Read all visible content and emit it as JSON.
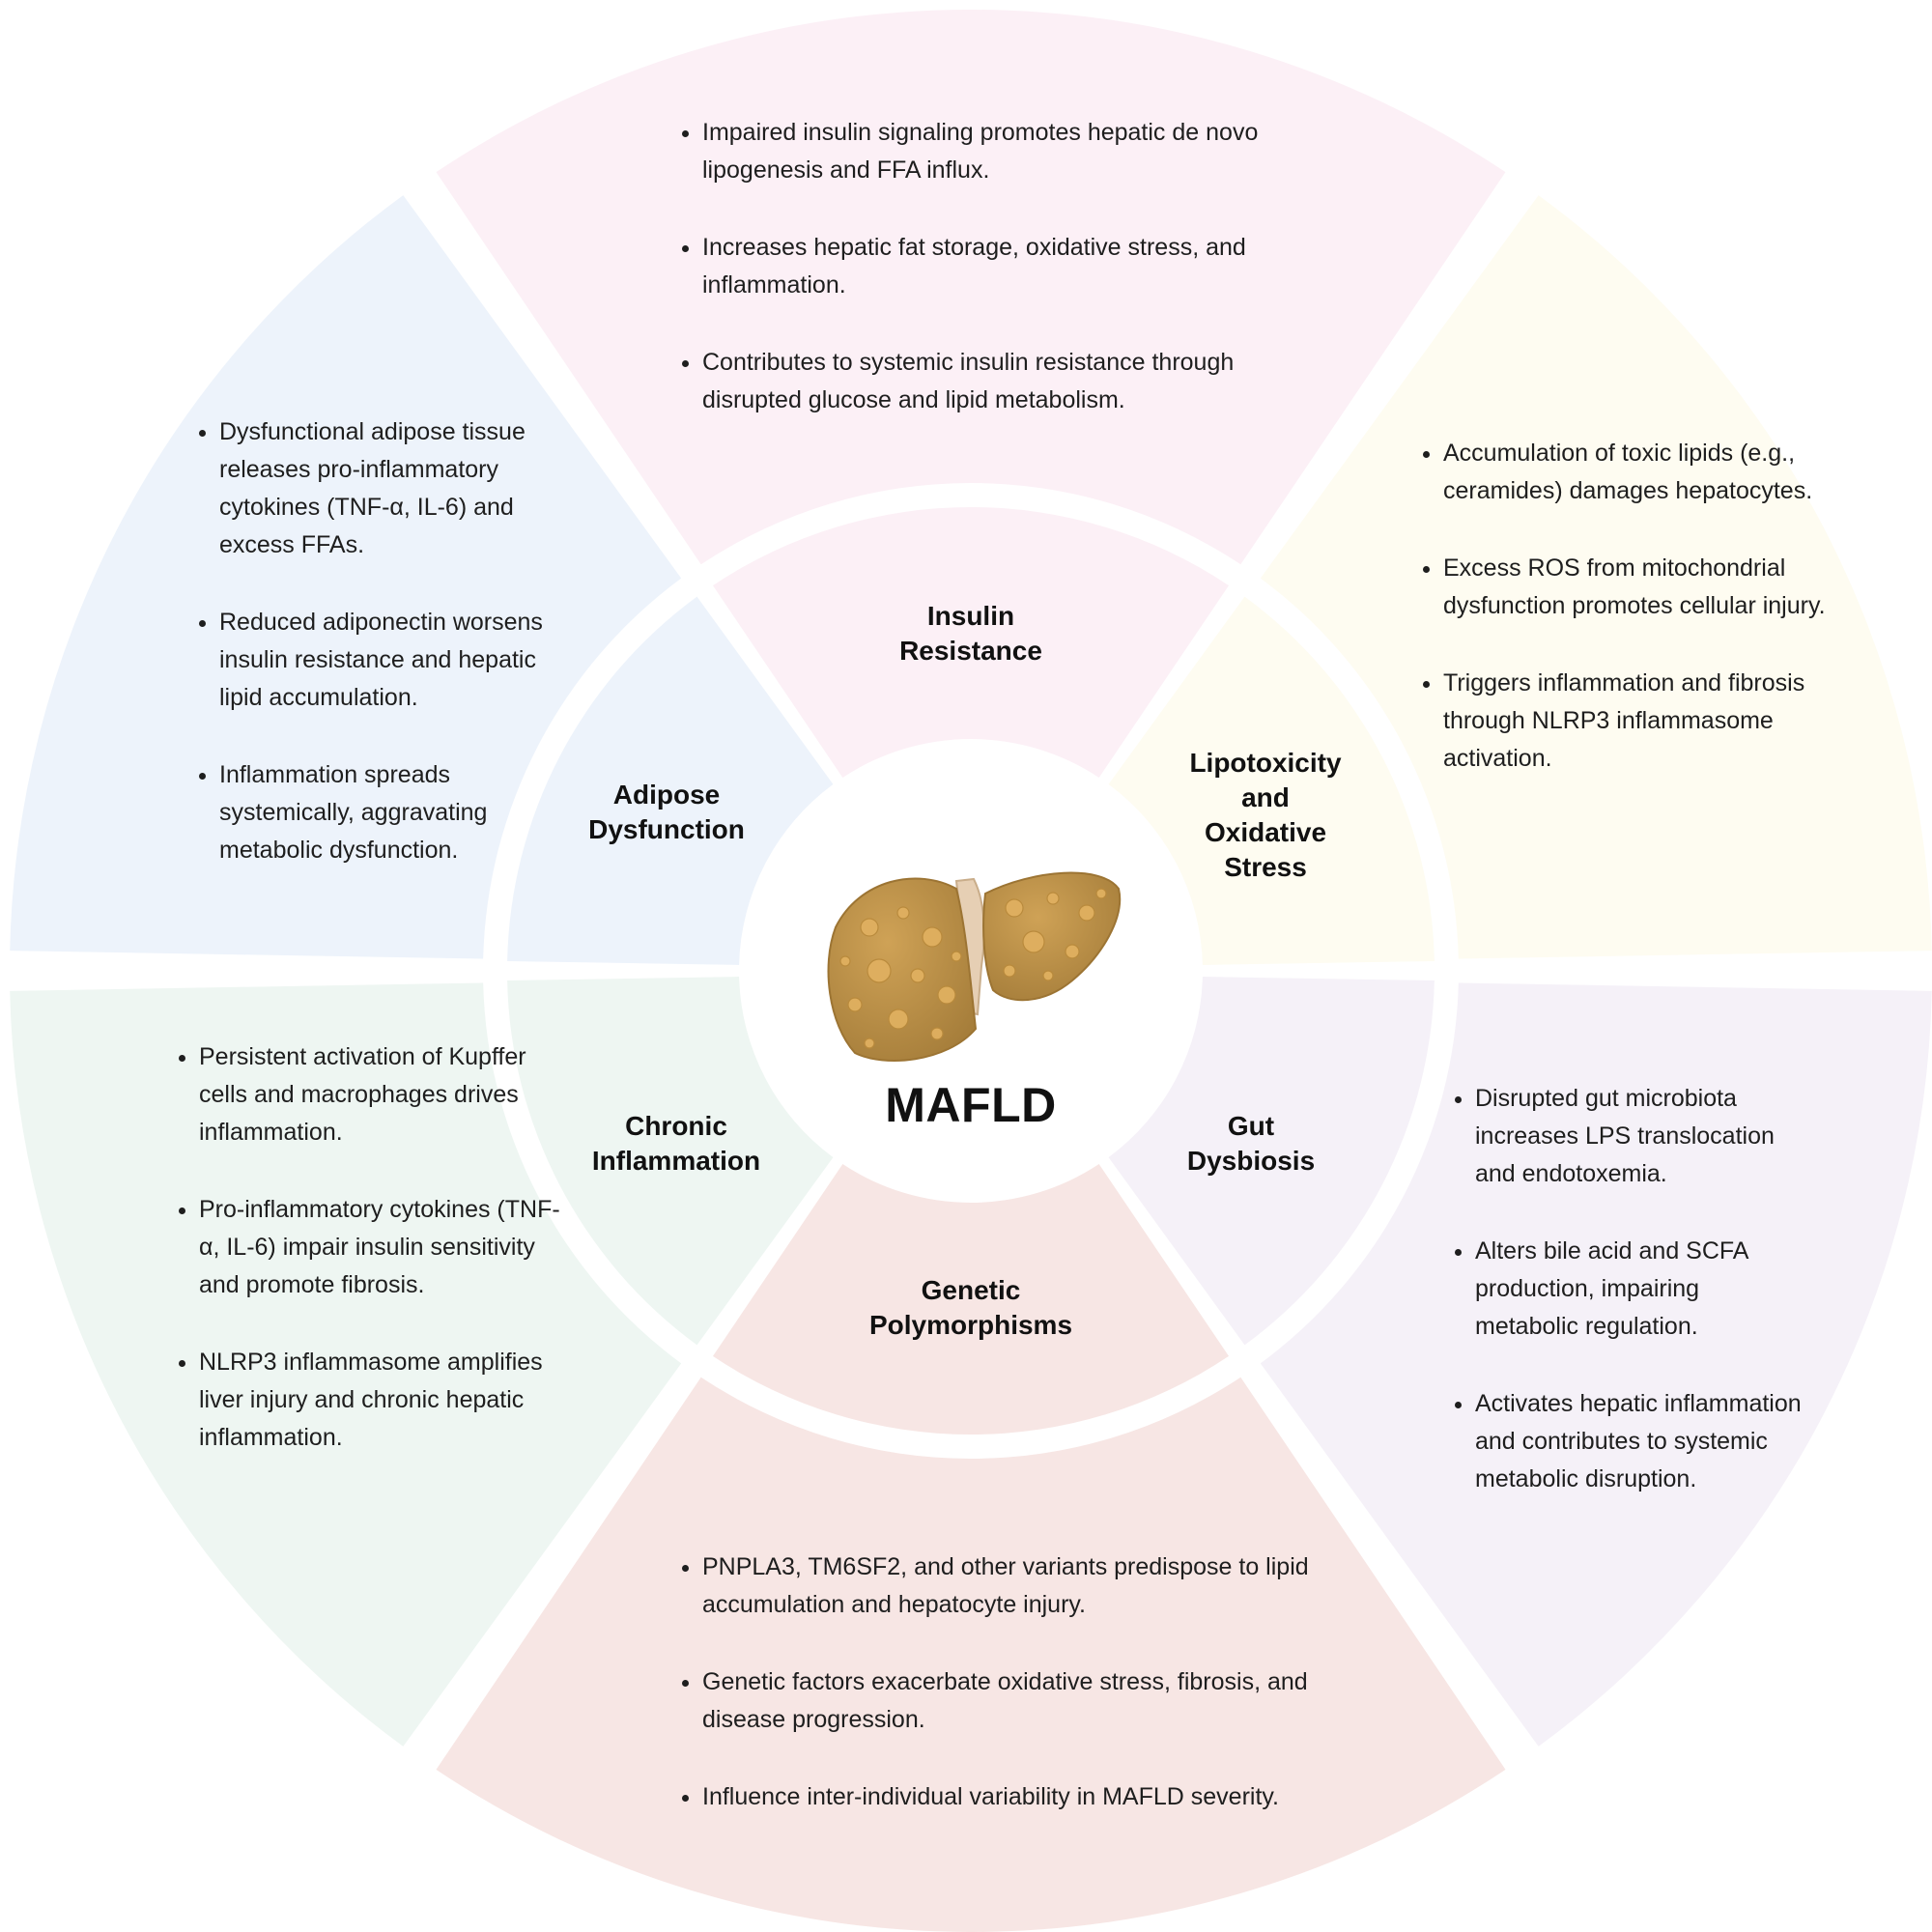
{
  "center": {
    "title": "MAFLD",
    "image": "liver-illustration"
  },
  "segments": {
    "insulin": {
      "label_line1": "Insulin",
      "label_line2": "Resistance",
      "color": "#fcf0f6",
      "bullets": [
        "Impaired insulin signaling promotes hepatic de novo lipogenesis and FFA influx.",
        "Increases hepatic fat storage, oxidative stress, and inflammation.",
        "Contributes to systemic insulin resistance through disrupted glucose and lipid metabolism."
      ]
    },
    "lipotoxicity": {
      "label_line1": "Lipotoxicity",
      "label_line2": "and",
      "label_line3": "Oxidative",
      "label_line4": "Stress",
      "color": "#fefcf1",
      "bullets": [
        "Accumulation of toxic lipids (e.g., ceramides) damages hepatocytes.",
        "Excess ROS from mitochondrial dysfunction promotes cellular injury.",
        "Triggers inflammation and fibrosis through NLRP3 inflammasome activation."
      ]
    },
    "gut": {
      "label_line1": "Gut",
      "label_line2": "Dysbiosis",
      "color": "#f5f1f8",
      "bullets": [
        "Disrupted gut microbiota increases LPS translocation and endotoxemia.",
        "Alters bile acid and SCFA production, impairing metabolic regulation.",
        "Activates hepatic inflammation and contributes to systemic metabolic disruption."
      ]
    },
    "genetic": {
      "label_line1": "Genetic",
      "label_line2": "Polymorphisms",
      "color": "#f7e6e4",
      "bullets": [
        "PNPLA3, TM6SF2, and other variants predispose to lipid accumulation and hepatocyte injury.",
        "Genetic factors exacerbate oxidative stress, fibrosis, and disease progression.",
        "Influence inter-individual variability in MAFLD severity."
      ]
    },
    "chronic": {
      "label_line1": "Chronic",
      "label_line2": "Inflammation",
      "color": "#eef6f2",
      "bullets": [
        "Persistent activation of Kupffer cells and macrophages drives inflammation.",
        "Pro-inflammatory cytokines (TNF-α, IL-6) impair insulin sensitivity and promote fibrosis.",
        "NLRP3 inflammasome amplifies liver injury and chronic hepatic inflammation."
      ]
    },
    "adipose": {
      "label_line1": "Adipose",
      "label_line2": "Dysfunction",
      "color": "#edf3fb",
      "bullets": [
        "Dysfunctional adipose tissue releases pro-inflammatory cytokines (TNF-α, IL-6) and excess FFAs.",
        "Reduced adiponectin worsens insulin resistance and hepatic lipid accumulation.",
        "Inflammation spreads systemically, aggravating metabolic dysfunction."
      ]
    }
  }
}
